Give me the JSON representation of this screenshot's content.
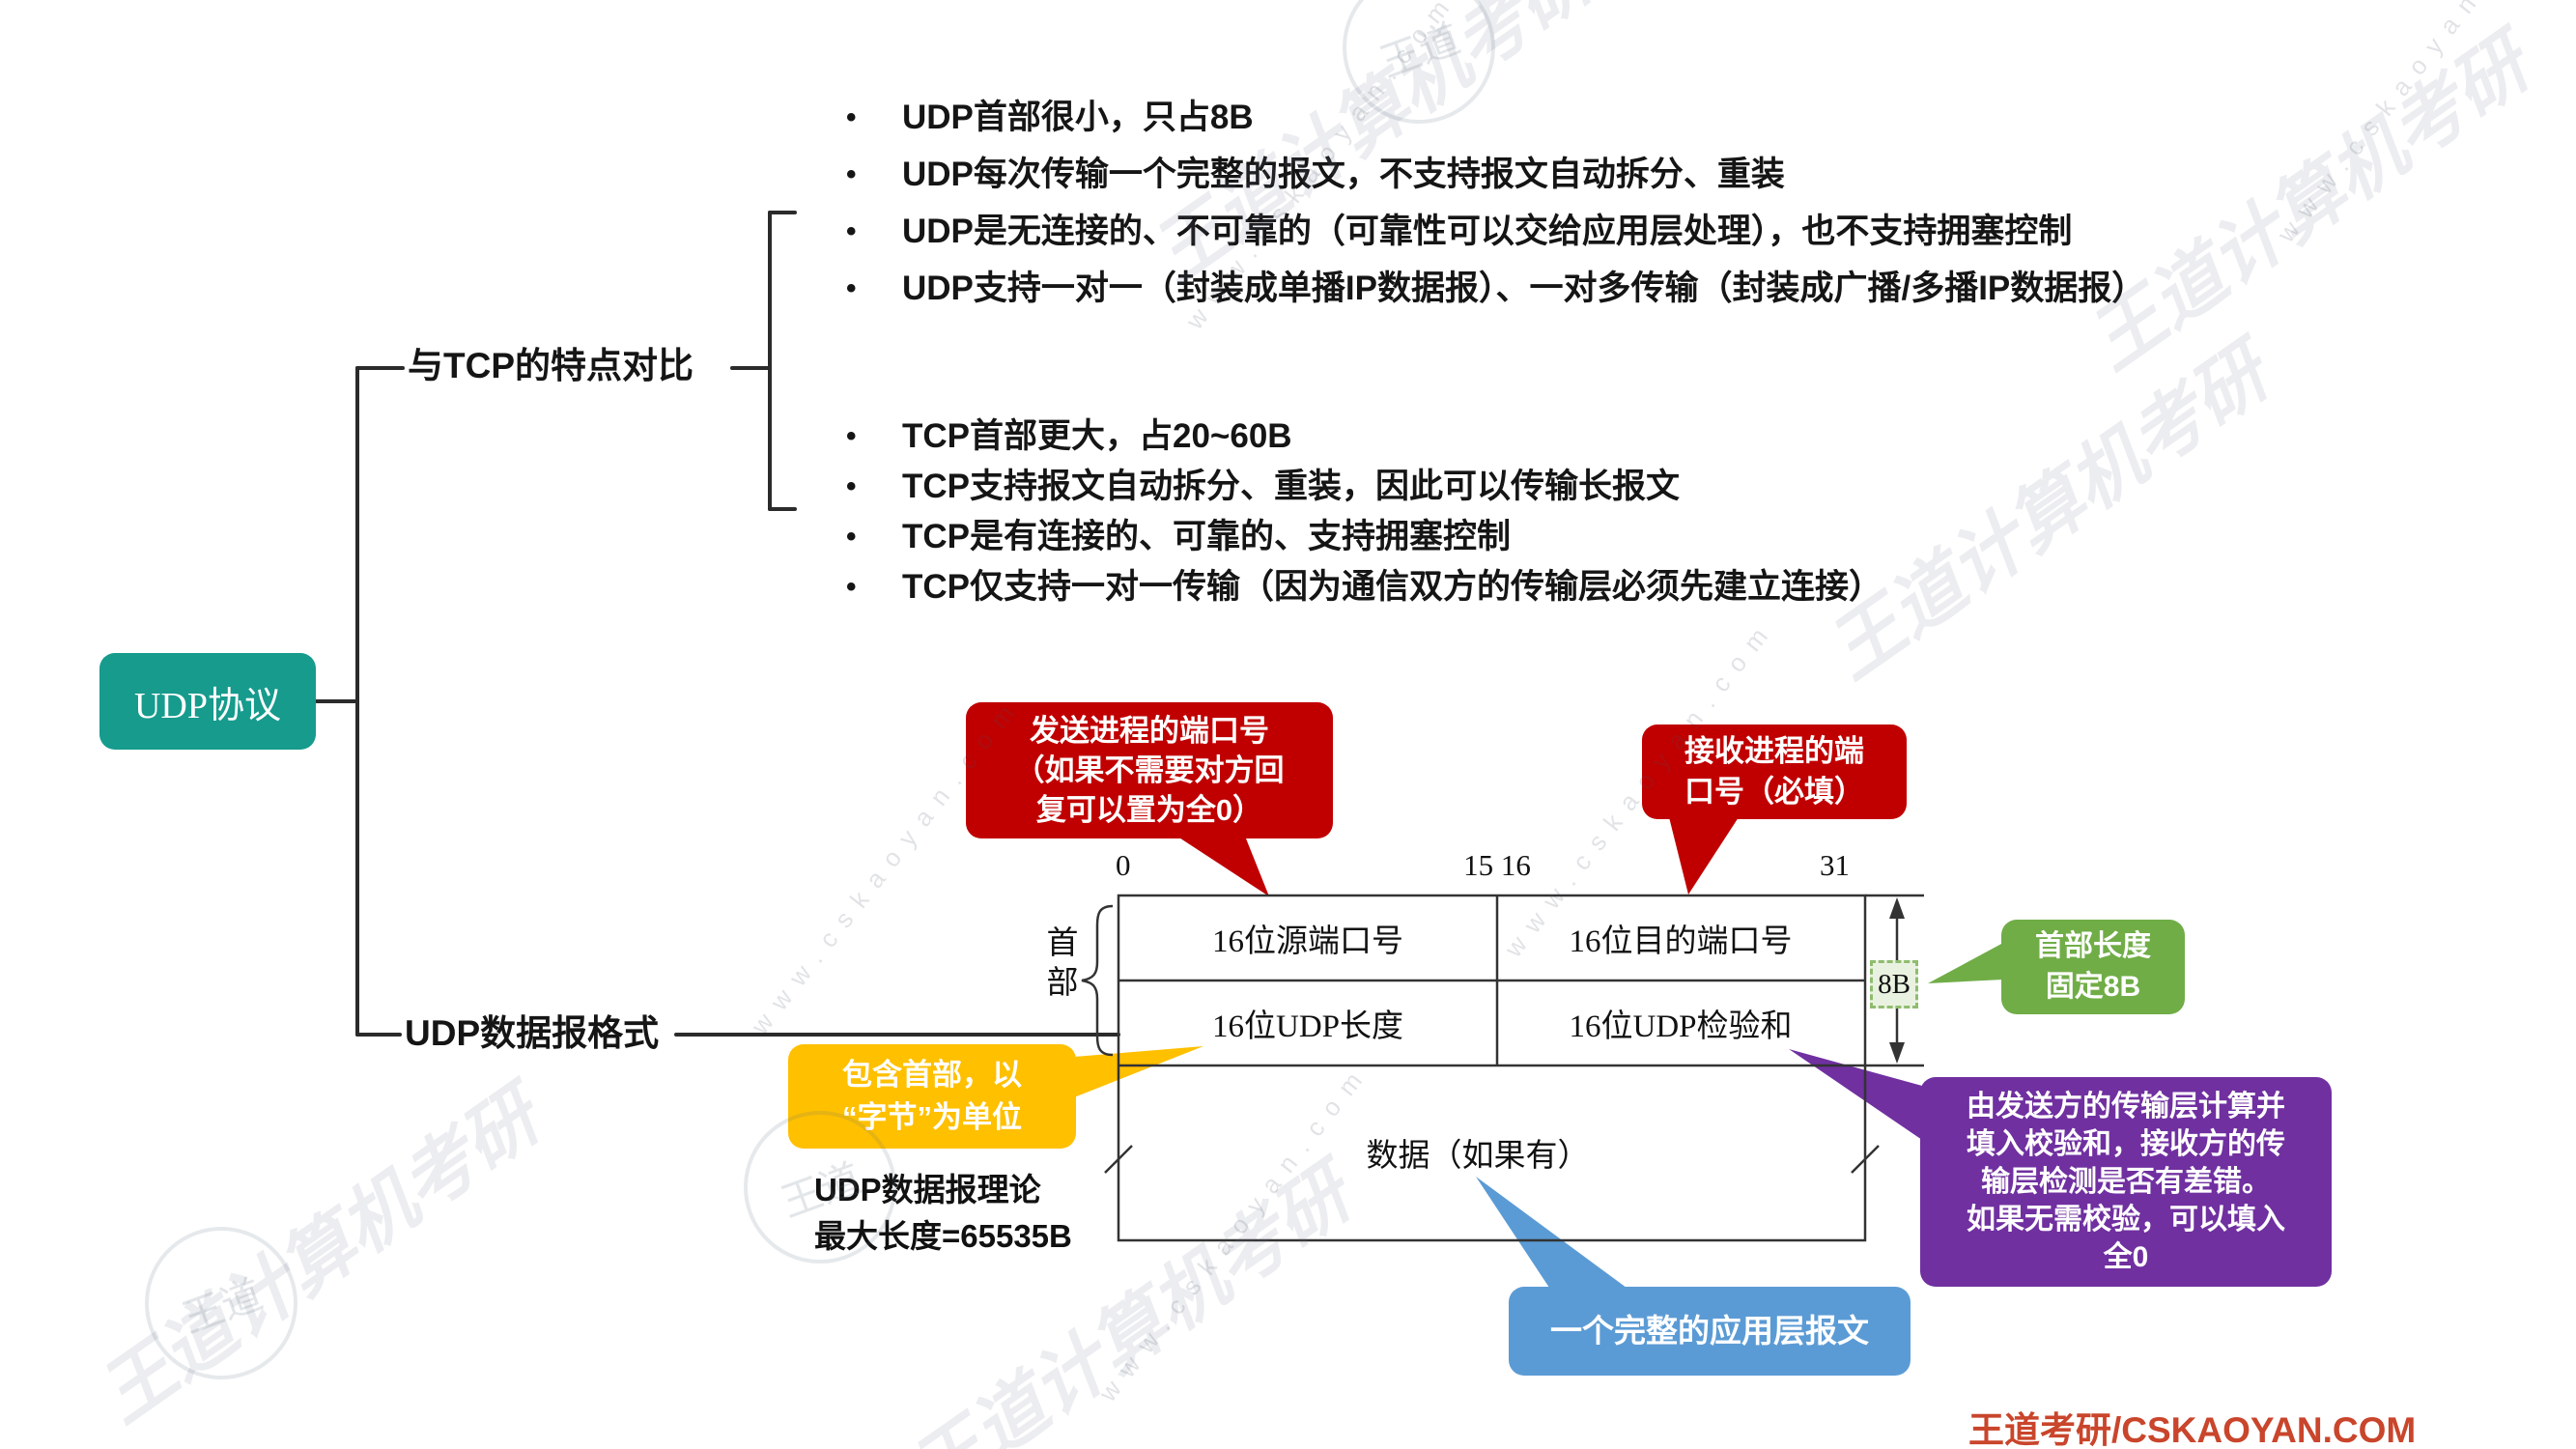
{
  "root": {
    "label": "UDP协议"
  },
  "branches": {
    "compare": {
      "label": "与TCP的特点对比"
    },
    "format": {
      "label": "UDP数据报格式"
    }
  },
  "udp_points": [
    "UDP首部很小，只占8B",
    "UDP每次传输一个完整的报文，不支持报文自动拆分、重装",
    "UDP是无连接的、不可靠的（可靠性可以交给应用层处理），也不支持拥塞控制",
    "UDP支持一对一（封装成单播IP数据报）、一对多传输（封装成广播/多播IP数据报）"
  ],
  "tcp_points": [
    "TCP首部更大，占20~60B",
    "TCP支持报文自动拆分、重装，因此可以传输长报文",
    "TCP是有连接的、可靠的、支持拥塞控制",
    "TCP仅支持一对一传输（因为通信双方的传输层必须先建立连接）"
  ],
  "diagram": {
    "bit_labels": {
      "start": "0",
      "mid": "15 16",
      "end": "31"
    },
    "cells": {
      "src_port": "16位源端口号",
      "dst_port": "16位目的端口号",
      "length": "16位UDP长度",
      "checksum": "16位UDP检验和"
    },
    "header_label": "首部",
    "size_label": "8B",
    "data_label": "数据（如果有）",
    "note": "UDP数据报理论\n最大长度=65535B"
  },
  "callouts": {
    "src_port": {
      "text": "发送进程的端口号\n（如果不需要对方回\n复可以置为全0）",
      "color": "#c00000"
    },
    "dst_port": {
      "text": "接收进程的端\n口号（必填）",
      "color": "#c00000"
    },
    "header_len": {
      "text": "首部长度\n固定8B",
      "color": "#70ad47"
    },
    "length": {
      "text": "包含首部，以\n“字节”为单位",
      "color": "#ffc000"
    },
    "checksum": {
      "text": "由发送方的传输层计算并\n填入校验和，接收方的传\n输层检测是否有差错。\n如果无需校验，可以填入\n全0",
      "color": "#7030a0"
    },
    "data": {
      "text": "一个完整的应用层报文",
      "color": "#5b9bd5"
    }
  },
  "footer": {
    "brand": "王道考研/CSKAOYAN.COM"
  },
  "watermark": {
    "url_text": "www.cskaoyan.com",
    "logo_text": "王道计算机考研",
    "seal_text": "王道"
  },
  "colors": {
    "root_node": "#169b8d",
    "callout_red": "#c00000",
    "callout_green": "#70ad47",
    "callout_yellow": "#ffc000",
    "callout_purple": "#7030a0",
    "callout_blue": "#5b9bd5",
    "size_box_fill": "#e9f2e0",
    "size_box_border": "#8fbc6f",
    "brand_red": "#c9452b"
  }
}
